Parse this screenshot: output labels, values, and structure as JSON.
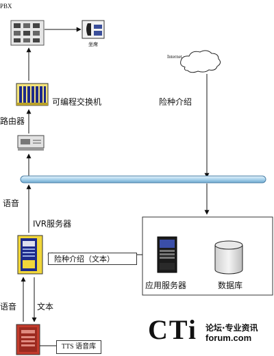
{
  "nodes": {
    "pbx": "PBX",
    "seat": "坐席",
    "switch": "可编程交换机",
    "router": "路由器",
    "internet": "Internet",
    "ivr": "IVR服务器",
    "app_server": "应用服务器",
    "database": "数据库",
    "tts": "TTS",
    "tts_lib": "语音库"
  },
  "edges": {
    "insurance_intro": "险种介绍",
    "insurance_intro_text": "险种介绍（文本）",
    "voice_upper": "语音",
    "voice_lower": "语音",
    "text": "文本"
  },
  "logo": {
    "mark": "CTi",
    "tagline": "论坛·专业资讯",
    "url": "forum.com"
  }
}
